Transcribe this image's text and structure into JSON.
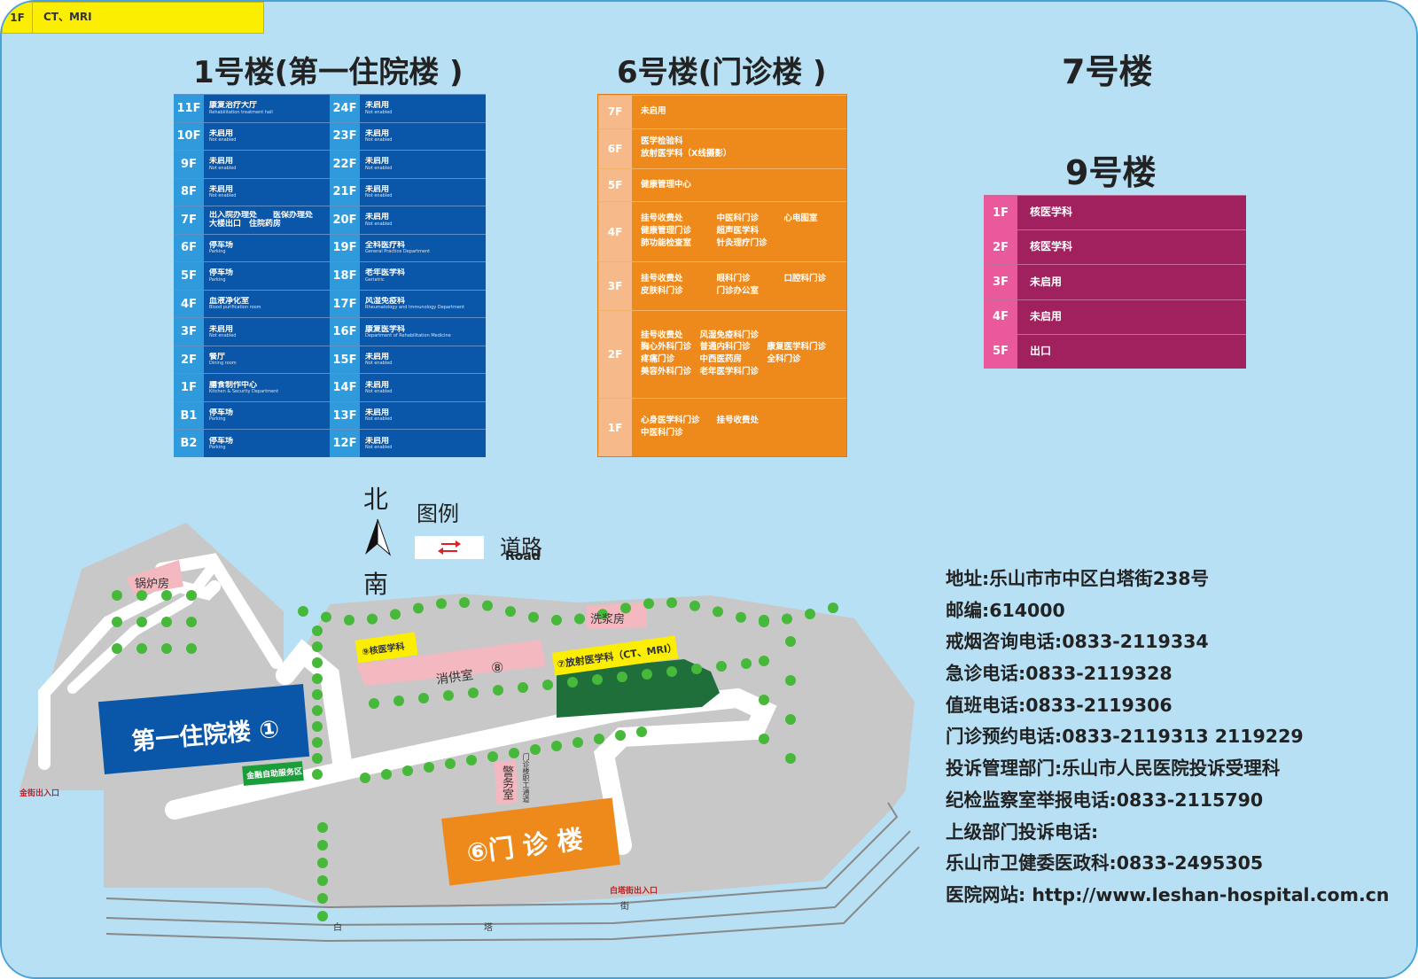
{
  "building1": {
    "title": "1号楼(第一住院楼 )",
    "left": [
      {
        "floor": "11F",
        "name": "康复治疗大厅",
        "en": "Rehabilitation treatment hall"
      },
      {
        "floor": "10F",
        "name": "未启用",
        "en": "Not enabled"
      },
      {
        "floor": "9F",
        "name": "未启用",
        "en": "Not enabled"
      },
      {
        "floor": "8F",
        "name": "未启用",
        "en": "Not enabled"
      },
      {
        "floor": "7F",
        "name": "出入院办理处　　医保办理处",
        "name2": "大楼出口　住院药房",
        "en": ""
      },
      {
        "floor": "6F",
        "name": "停车场",
        "en": "Parking"
      },
      {
        "floor": "5F",
        "name": "停车场",
        "en": "Parking"
      },
      {
        "floor": "4F",
        "name": "血液净化室",
        "en": "Blood purification room"
      },
      {
        "floor": "3F",
        "name": "未启用",
        "en": "Not enabled"
      },
      {
        "floor": "2F",
        "name": "餐厅",
        "en": "Dining room"
      },
      {
        "floor": "1F",
        "name": "膳食制作中心",
        "en": "Kitchen & Security Department"
      },
      {
        "floor": "B1",
        "name": "停车场",
        "en": "Parking"
      },
      {
        "floor": "B2",
        "name": "停车场",
        "en": "Parking"
      }
    ],
    "right": [
      {
        "floor": "24F",
        "name": "未启用",
        "en": "Not enabled"
      },
      {
        "floor": "23F",
        "name": "未启用",
        "en": "Not enabled"
      },
      {
        "floor": "22F",
        "name": "未启用",
        "en": "Not enabled"
      },
      {
        "floor": "21F",
        "name": "未启用",
        "en": "Not enabled"
      },
      {
        "floor": "20F",
        "name": "未启用",
        "en": "Not enabled"
      },
      {
        "floor": "19F",
        "name": "全科医疗科",
        "en": "General Practice Department"
      },
      {
        "floor": "18F",
        "name": "老年医学科",
        "en": "Geriatric"
      },
      {
        "floor": "17F",
        "name": "风湿免疫科",
        "en": "Rheumatology and Immunology Department"
      },
      {
        "floor": "16F",
        "name": "康复医学科",
        "en": "Department of Rehabilitation Medicine"
      },
      {
        "floor": "15F",
        "name": "未启用",
        "en": "Not enabled"
      },
      {
        "floor": "14F",
        "name": "未启用",
        "en": "Not enabled"
      },
      {
        "floor": "13F",
        "name": "未启用",
        "en": "Not enabled"
      },
      {
        "floor": "12F",
        "name": "未启用",
        "en": "Not enabled"
      }
    ]
  },
  "building6": {
    "title": "6号楼(门诊楼 )",
    "floors": [
      {
        "floor": "7F",
        "lines": [
          "未启用"
        ]
      },
      {
        "floor": "6F",
        "lines": [
          "医学检验科",
          "放射医学科（X线摄影）"
        ]
      },
      {
        "floor": "5F",
        "lines": [
          "健康管理中心"
        ]
      },
      {
        "floor": "4F",
        "lines": [
          "挂号收费处　　　　中医科门诊　　　心电图室",
          "健康管理门诊　　　超声医学科",
          "肺功能检查室　　　针灸理疗门诊"
        ]
      },
      {
        "floor": "3F",
        "lines": [
          "挂号收费处　　　　眼科门诊　　　　口腔科门诊",
          "皮肤科门诊　　　　门诊办公室"
        ]
      },
      {
        "floor": "2F",
        "lines": [
          "挂号收费处　　风湿免疫科门诊",
          "胸心外科门诊　普通内科门诊　　康复医学科门诊",
          "疼痛门诊　　　中西医药房　　　全科门诊",
          "美容外科门诊　老年医学科门诊"
        ]
      },
      {
        "floor": "1F",
        "lines": [
          "心身医学科门诊　　挂号收费处",
          "中医科门诊"
        ]
      }
    ]
  },
  "building7": {
    "title": "7号楼",
    "floor": "1F",
    "name": "CT、MRI"
  },
  "building9": {
    "title": "9号楼",
    "floors": [
      {
        "floor": "1F",
        "name": "核医学科"
      },
      {
        "floor": "2F",
        "name": "核医学科"
      },
      {
        "floor": "3F",
        "name": "未启用"
      },
      {
        "floor": "4F",
        "name": "未启用"
      },
      {
        "floor": "5F",
        "name": "出口"
      }
    ]
  },
  "compass": {
    "north": "北",
    "south": "南"
  },
  "legend": {
    "title": "图例",
    "road": "道路",
    "road_en": "Road"
  },
  "map": {
    "boiler": "锅炉房",
    "laundry": "洗浆房",
    "sterile": "消供室",
    "sterile_num": "⑧",
    "nuclear": "⑨核医学科",
    "radiology": "⑦放射医学科（CT、MRI）",
    "inpatient": "第一住院楼 ①",
    "finance": "金融自助服务区",
    "police": "警务室",
    "outpatient": "⑥门 诊 楼",
    "jinjie_gate": "金街出入口",
    "baita_gate": "白塔街出入口",
    "street_1": "白",
    "street_2": "塔",
    "street_3": "街",
    "staff_sign": "门诊楼职工通道"
  },
  "info": {
    "address": "地址:乐山市市中区白塔街238号",
    "postcode": "邮编:614000",
    "smoking": "戒烟咨询电话:0833-2119334",
    "emergency": "急诊电话:0833-2119328",
    "duty": "值班电话:0833-2119306",
    "appointment": "门诊预约电话:0833-2119313 2119229",
    "complaint_dept": "投诉管理部门:乐山市人民医院投诉受理科",
    "discipline": "纪检监察室举报电话:0833-2115790",
    "superior": "上级部门投诉电话:",
    "health_commission": "乐山市卫健委医政科:0833-2495305",
    "website": "医院网站: http://www.leshan-hospital.com.cn"
  },
  "colors": {
    "background": "#b8e0f4",
    "building1": "#0a56a8",
    "building6": "#ee8a1c",
    "building7": "#fbee00",
    "building9": "#a1205e",
    "ground": "#c8c8c8",
    "road": "#ffffff"
  }
}
